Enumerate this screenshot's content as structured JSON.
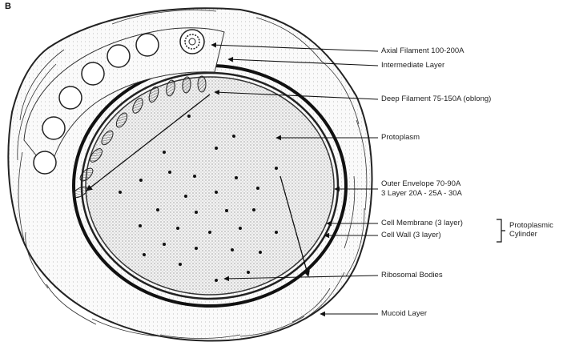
{
  "figure": {
    "panel_letter": "B",
    "labels": {
      "axial_filament": "Axial Filament 100-200A",
      "intermediate_layer": "Intermediate Layer",
      "deep_filament": "Deep Filament 75-150A (oblong)",
      "protoplasm": "Protoplasm",
      "outer_envelope_1": "Outer Envelope 70-90A",
      "outer_envelope_2": "3 Layer 20A - 25A - 30A",
      "cell_membrane": "Cell Membrane (3 layer)",
      "cell_wall": "Cell Wall (3 layer)",
      "protoplasmic_cylinder_1": "Protoplasmic",
      "protoplasmic_cylinder_2": "Cylinder",
      "ribosomal_bodies": "Ribosomal Bodies",
      "mucoid_layer": "Mucoid Layer"
    }
  }
}
